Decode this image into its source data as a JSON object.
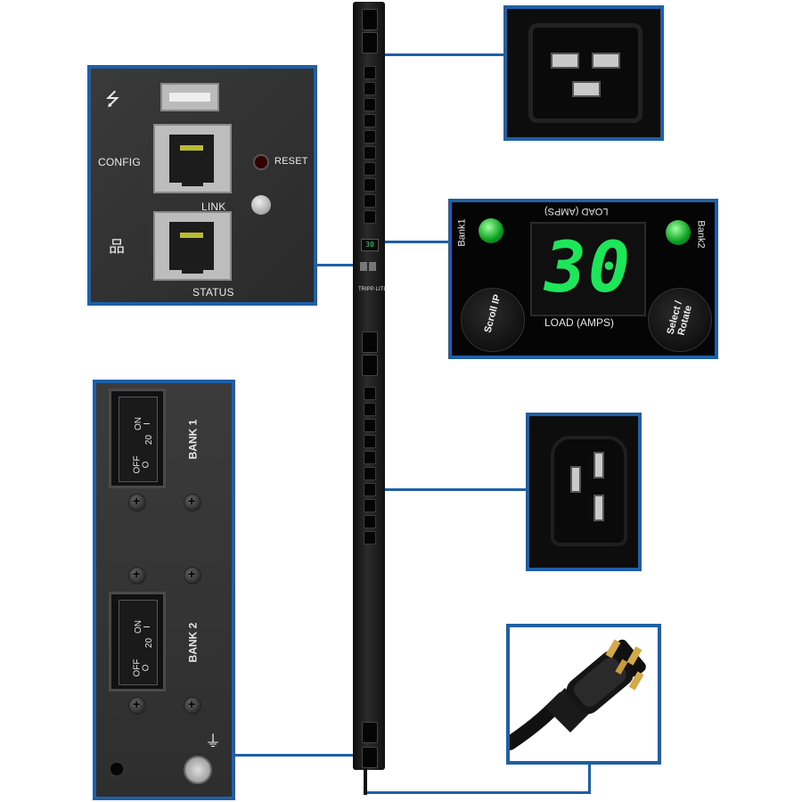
{
  "pdu": {
    "display_readout": "30",
    "logo_text": "TRIPP·LITE"
  },
  "network_panel": {
    "config_label": "CONFIG",
    "reset_label": "RESET",
    "link_label": "LINK",
    "status_label": "STATUS",
    "usb_symbol": "⭍",
    "network_symbol": "品"
  },
  "display_panel": {
    "bank1_label": "Bank1",
    "bank2_label": "Bank2",
    "top_label": "LOAD (AMPS)",
    "readout": "30",
    "bottom_label": "LOAD (AMPS)",
    "scroll_button": "Scroll IP",
    "select_button": "Select / Rotate"
  },
  "breaker_panel": {
    "bank1_label": "BANK 1",
    "bank2_label": "BANK 2",
    "on_label": "ON",
    "on_symbol": "I",
    "off_label": "OFF",
    "off_symbol": "O",
    "rating": "20",
    "ground_symbol": "⏚"
  },
  "colors": {
    "callout_border": "#1f5fa8",
    "led_green": "#1ee65a",
    "panel_dark": "#2e2e2e"
  }
}
